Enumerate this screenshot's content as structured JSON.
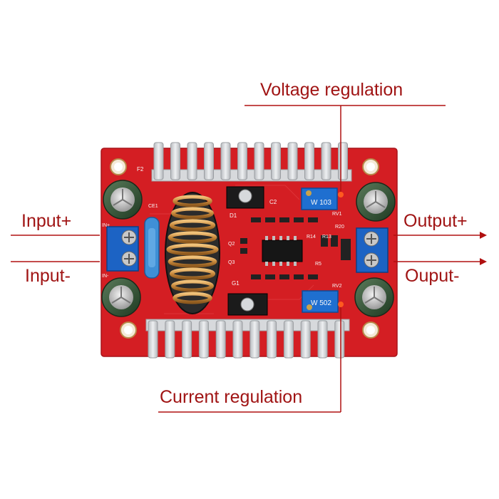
{
  "annotations": {
    "voltage_regulation": "Voltage regulation",
    "current_regulation": "Current regulation",
    "input_plus": "Input+",
    "input_minus": "Input-",
    "output_plus": "Output+",
    "output_minus": "Ouput-"
  },
  "board_markings": {
    "pot_top": "W 103",
    "pot_bottom": "W 502",
    "f2": "F2",
    "ce1": "CE1",
    "d1": "D1",
    "c2": "C2",
    "rv1": "RV1",
    "r14": "R14",
    "r13": "R13",
    "r20": "R20",
    "r5": "R5",
    "q2": "Q2",
    "q3": "Q3",
    "g1": "G1",
    "rv2": "RV2",
    "in_plus": "IN+",
    "in_minus": "IN-"
  },
  "colors": {
    "label_text": "#a01414",
    "leader_line": "#b01010",
    "pcb": "#d41e23",
    "heatsink": "#d7d9dc",
    "terminal": "#1c63c4",
    "inductor_copper": "#c98a3d",
    "pot": "#1f6fd0"
  }
}
